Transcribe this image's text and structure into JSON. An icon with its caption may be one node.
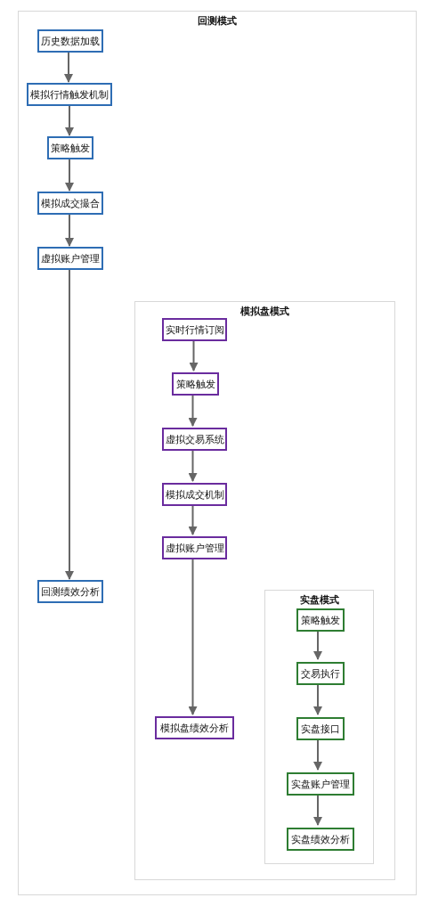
{
  "diagram": {
    "nodes": [
      {
        "text": [
          "回测模式"
        ]
      },
      {
        "text": [
          "历史数据加载"
        ],
        "in": 0
      },
      {
        "text": [
          "模拟行情触发机制"
        ],
        "in": 0
      },
      {
        "text": [
          "策略触发"
        ],
        "in": 0
      },
      {
        "text": [
          "模拟成交撮合"
        ],
        "in": 0
      },
      {
        "text": [
          "虚拟账户管理"
        ],
        "in": 0
      },
      {
        "text": [
          "回测绩效分析"
        ],
        "in": 0
      },
      {
        "text": [
          "模拟盘模式"
        ],
        "in": 0
      },
      {
        "text": [
          "实时行情订阅"
        ],
        "in": 7
      },
      {
        "text": [
          "策略触发"
        ],
        "in": 7
      },
      {
        "text": [
          "虚拟交易系统"
        ],
        "in": 7
      },
      {
        "text": [
          "模拟成交机制"
        ],
        "in": 7
      },
      {
        "text": [
          "虚拟账户管理"
        ],
        "in": 7
      },
      {
        "text": [
          "模拟盘绩效分析"
        ],
        "in": 7
      },
      {
        "text": [
          "实盘模式"
        ],
        "in": 7
      },
      {
        "text": [
          "策略触发"
        ],
        "in": 14
      },
      {
        "text": [
          "交易执行"
        ],
        "in": 14
      },
      {
        "text": [
          "实盘接口"
        ],
        "in": 14
      },
      {
        "text": [
          "实盘账户管理"
        ],
        "in": 14
      },
      {
        "text": [
          "实盘绩效分析"
        ],
        "in": 14
      }
    ],
    "edges": [
      {
        "from": 1,
        "to": 2,
        "arrow": "to"
      },
      {
        "from": 2,
        "to": 3,
        "arrow": "to"
      },
      {
        "from": 3,
        "to": 4,
        "arrow": "to"
      },
      {
        "from": 4,
        "to": 5,
        "arrow": "to"
      },
      {
        "from": 5,
        "to": 6,
        "arrow": "to"
      },
      {
        "from": 8,
        "to": 9,
        "arrow": "to"
      },
      {
        "from": 9,
        "to": 10,
        "arrow": "to"
      },
      {
        "from": 10,
        "to": 11,
        "arrow": "to"
      },
      {
        "from": 11,
        "to": 12,
        "arrow": "to"
      },
      {
        "from": 12,
        "to": 13,
        "arrow": "to"
      },
      {
        "from": 15,
        "to": 16,
        "arrow": "to"
      },
      {
        "from": 16,
        "to": 17,
        "arrow": "to"
      },
      {
        "from": 17,
        "to": 18,
        "arrow": "to"
      },
      {
        "from": 18,
        "to": 19,
        "arrow": "to"
      }
    ]
  }
}
